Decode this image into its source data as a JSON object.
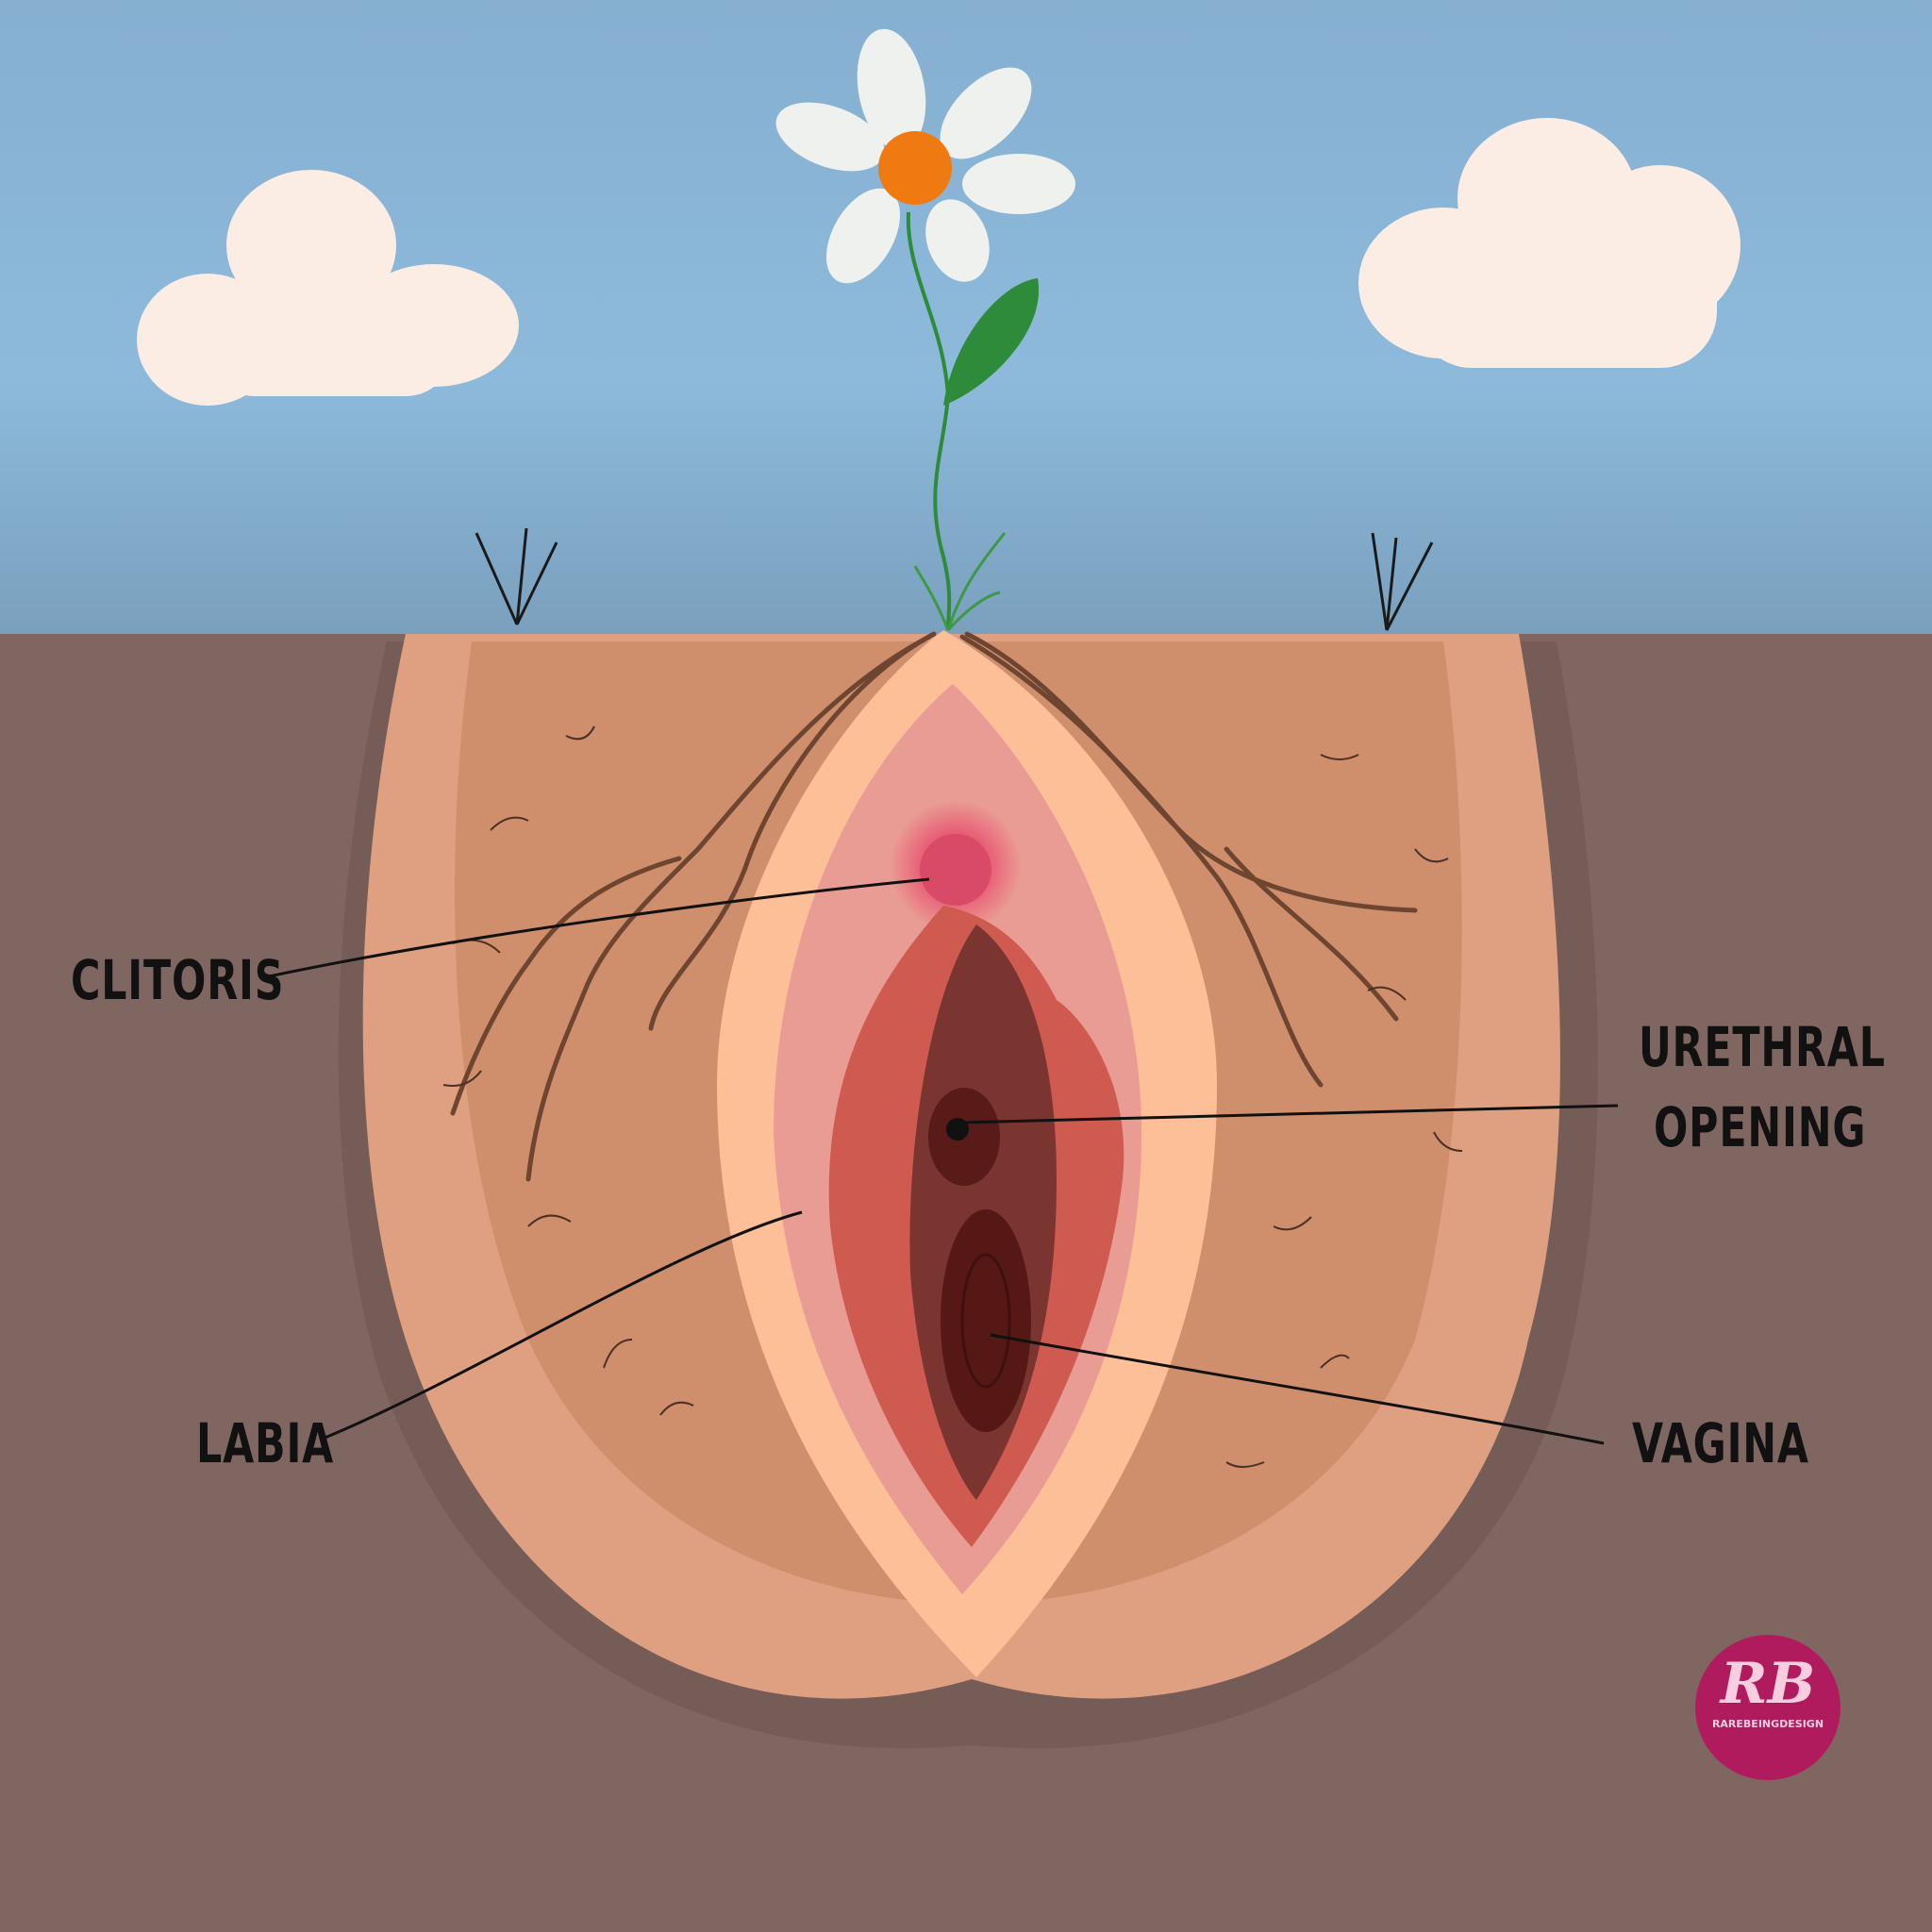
{
  "labels": {
    "clitoris": "CLITORIS",
    "urethral_line1": "URETHRAL",
    "urethral_line2": "OPENING",
    "labia": "LABIA",
    "vagina": "VAGINA"
  },
  "logo": {
    "mark": "RB",
    "name": "RAREBEINGDESIGN",
    "color": "#b01b5e"
  },
  "colors": {
    "sky": "#8bb7d8",
    "ground": "#806661",
    "skin": "#dea080",
    "flower_center": "#f07a12",
    "leaf": "#2e8b3a"
  }
}
